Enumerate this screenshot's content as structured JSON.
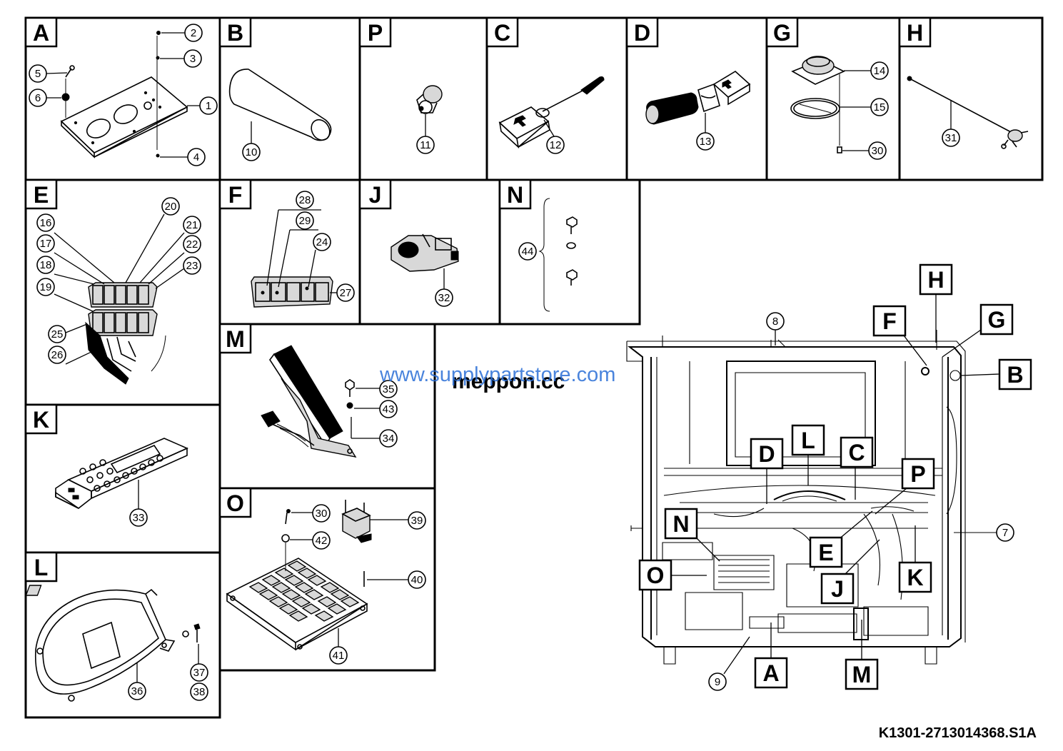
{
  "panels": {
    "A": {
      "tag": "A",
      "parts": [
        "1",
        "2",
        "3",
        "4",
        "5",
        "6"
      ]
    },
    "B": {
      "tag": "B",
      "parts": [
        "10"
      ]
    },
    "P": {
      "tag": "P",
      "parts": [
        "11"
      ]
    },
    "C": {
      "tag": "C",
      "parts": [
        "12"
      ]
    },
    "D": {
      "tag": "D",
      "parts": [
        "13"
      ]
    },
    "G": {
      "tag": "G",
      "parts": [
        "14",
        "15",
        "30"
      ]
    },
    "H": {
      "tag": "H",
      "parts": [
        "31"
      ]
    },
    "E": {
      "tag": "E",
      "parts": [
        "16",
        "17",
        "18",
        "19",
        "20",
        "21",
        "22",
        "23",
        "25",
        "26"
      ]
    },
    "F": {
      "tag": "F",
      "parts": [
        "28",
        "29",
        "24",
        "27"
      ]
    },
    "J": {
      "tag": "J",
      "parts": [
        "32"
      ]
    },
    "N": {
      "tag": "N",
      "parts": [
        "44"
      ]
    },
    "M": {
      "tag": "M",
      "parts": [
        "35",
        "43",
        "34"
      ]
    },
    "K": {
      "tag": "K",
      "parts": [
        "33"
      ]
    },
    "O": {
      "tag": "O",
      "parts": [
        "30",
        "42",
        "39",
        "40",
        "41"
      ]
    },
    "L": {
      "tag": "L",
      "parts": [
        "36",
        "37",
        "38"
      ]
    }
  },
  "cab_callouts": {
    "tags": [
      "H",
      "F",
      "G",
      "B",
      "D",
      "L",
      "C",
      "P",
      "N",
      "E",
      "O",
      "J",
      "K",
      "A",
      "M"
    ],
    "numbers": [
      "8",
      "7",
      "9"
    ]
  },
  "watermark": {
    "blue": "www.supplypartstore.com",
    "black": "meppon.cc"
  },
  "drawing_code": "K1301-2713014368.S1A"
}
